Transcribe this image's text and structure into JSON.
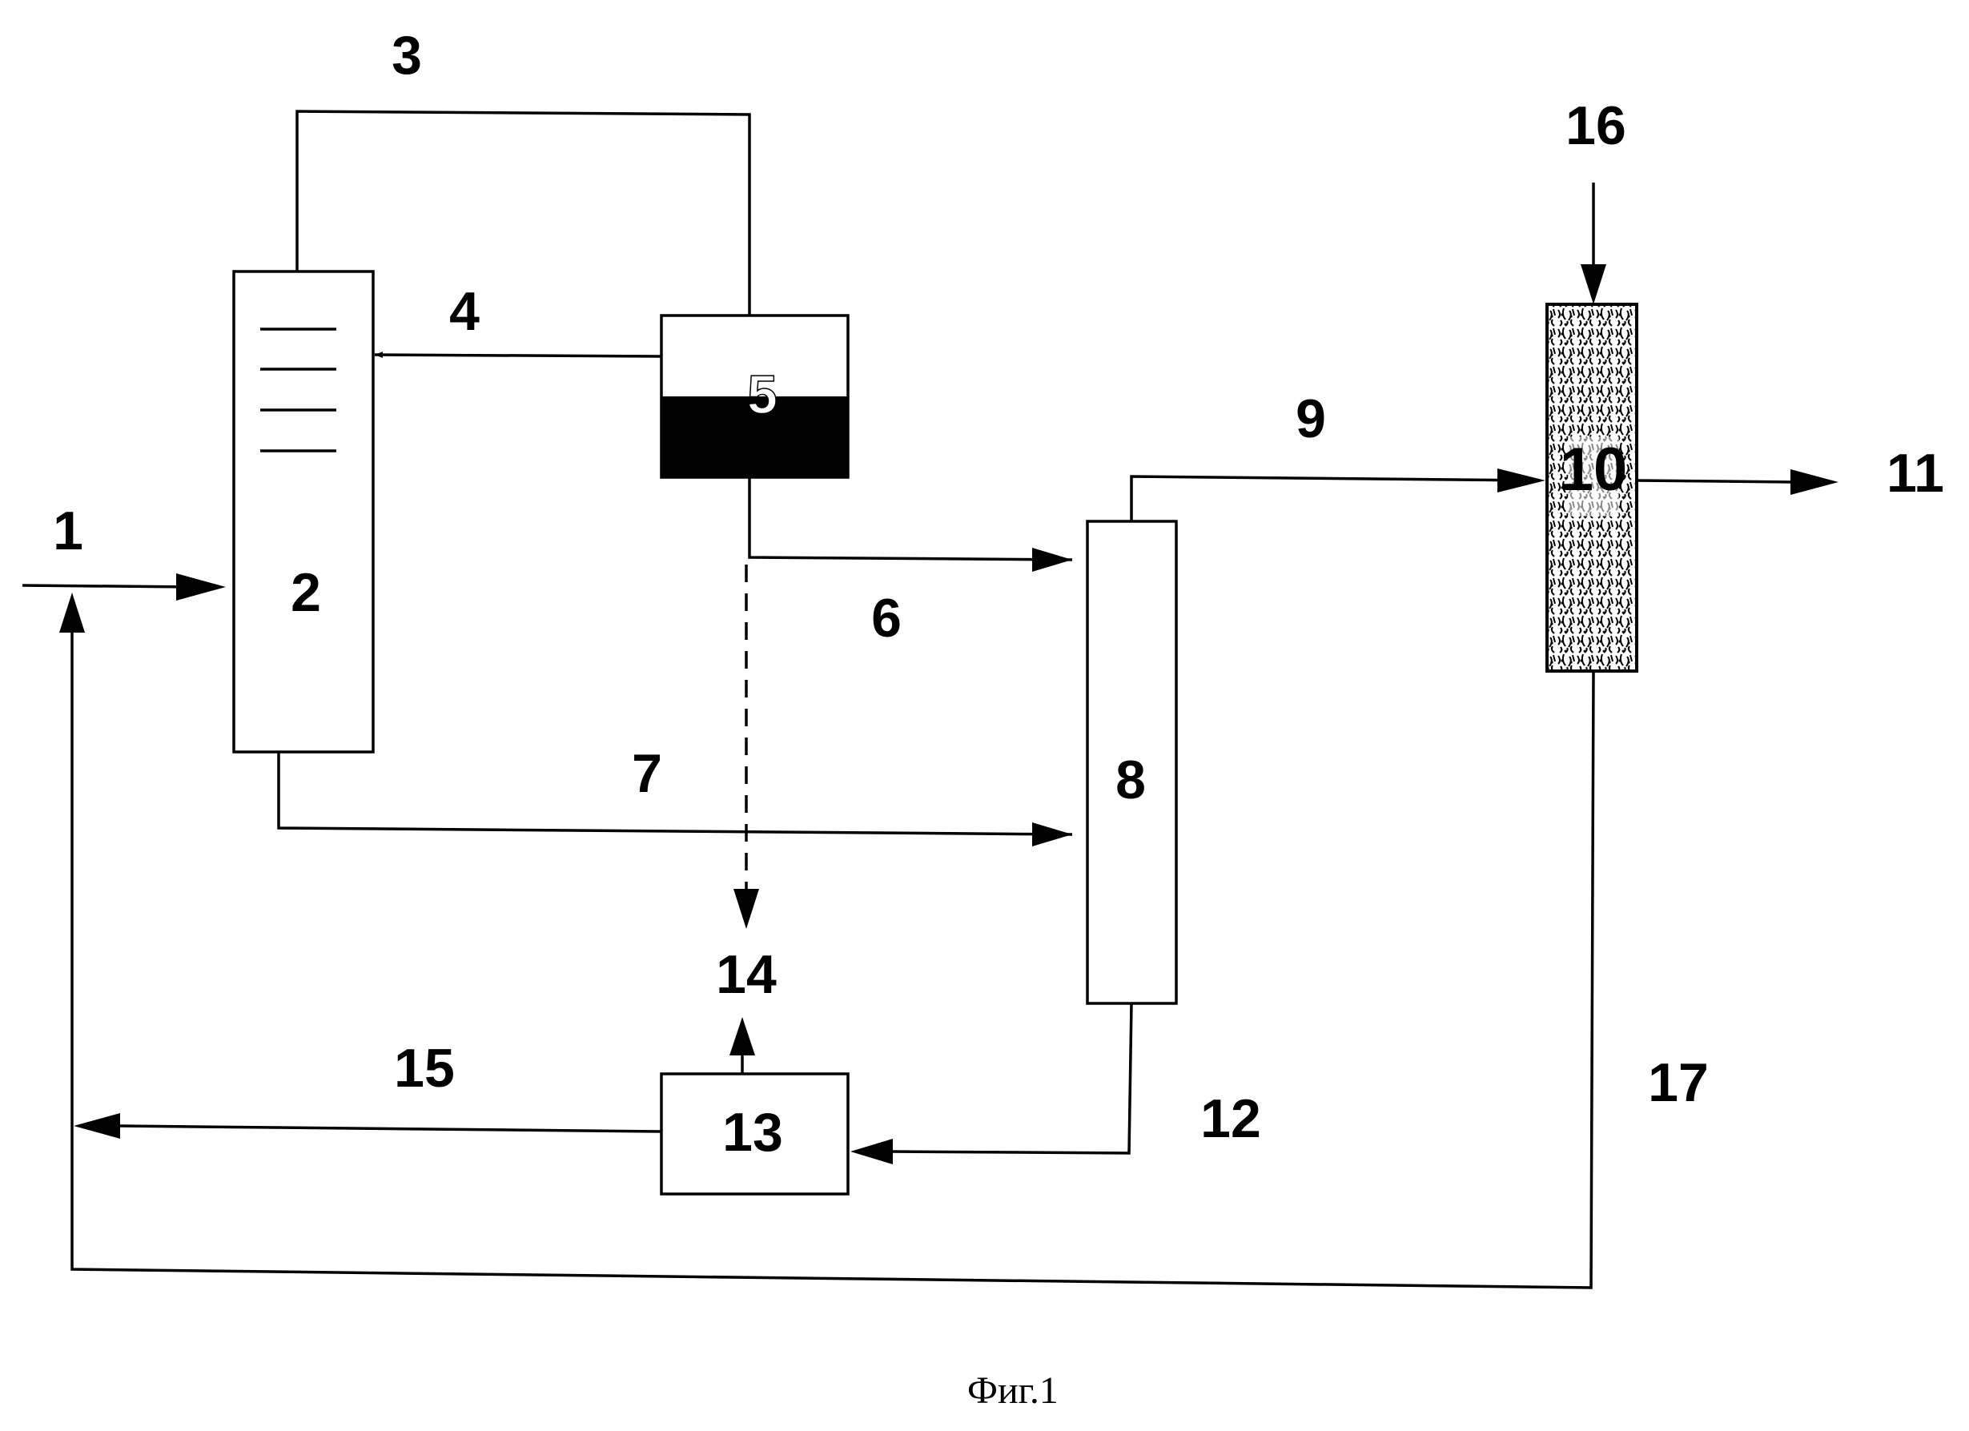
{
  "figure": {
    "caption": "Фиг.1",
    "colors": {
      "ink": "#000000",
      "paper": "#ffffff"
    }
  },
  "units": [
    {
      "id": "2",
      "label": "2",
      "kind": "column-with-trays"
    },
    {
      "id": "5",
      "label": "5",
      "kind": "separator-two-phase"
    },
    {
      "id": "8",
      "label": "8",
      "kind": "column"
    },
    {
      "id": "10",
      "label": "10",
      "kind": "packed-bed-column"
    },
    {
      "id": "13",
      "label": "13",
      "kind": "block"
    }
  ],
  "streams": [
    {
      "id": "1",
      "label": "1",
      "from": "feed",
      "to": "2"
    },
    {
      "id": "3",
      "label": "3",
      "from": "2",
      "to": "5"
    },
    {
      "id": "4",
      "label": "4",
      "from": "5",
      "to": "2"
    },
    {
      "id": "6",
      "label": "6",
      "from": "5",
      "to": "8"
    },
    {
      "id": "7",
      "label": "7",
      "from": "2",
      "to": "8"
    },
    {
      "id": "9",
      "label": "9",
      "from": "8",
      "to": "10"
    },
    {
      "id": "11",
      "label": "11",
      "from": "10",
      "to": "product"
    },
    {
      "id": "12",
      "label": "12",
      "from": "8",
      "to": "13"
    },
    {
      "id": "14",
      "label": "14",
      "from": "5 / 13",
      "to": "output"
    },
    {
      "id": "15",
      "label": "15",
      "from": "13",
      "to": "1"
    },
    {
      "id": "16",
      "label": "16",
      "from": "input",
      "to": "10"
    },
    {
      "id": "17",
      "label": "17",
      "from": "10",
      "to": "1"
    }
  ]
}
